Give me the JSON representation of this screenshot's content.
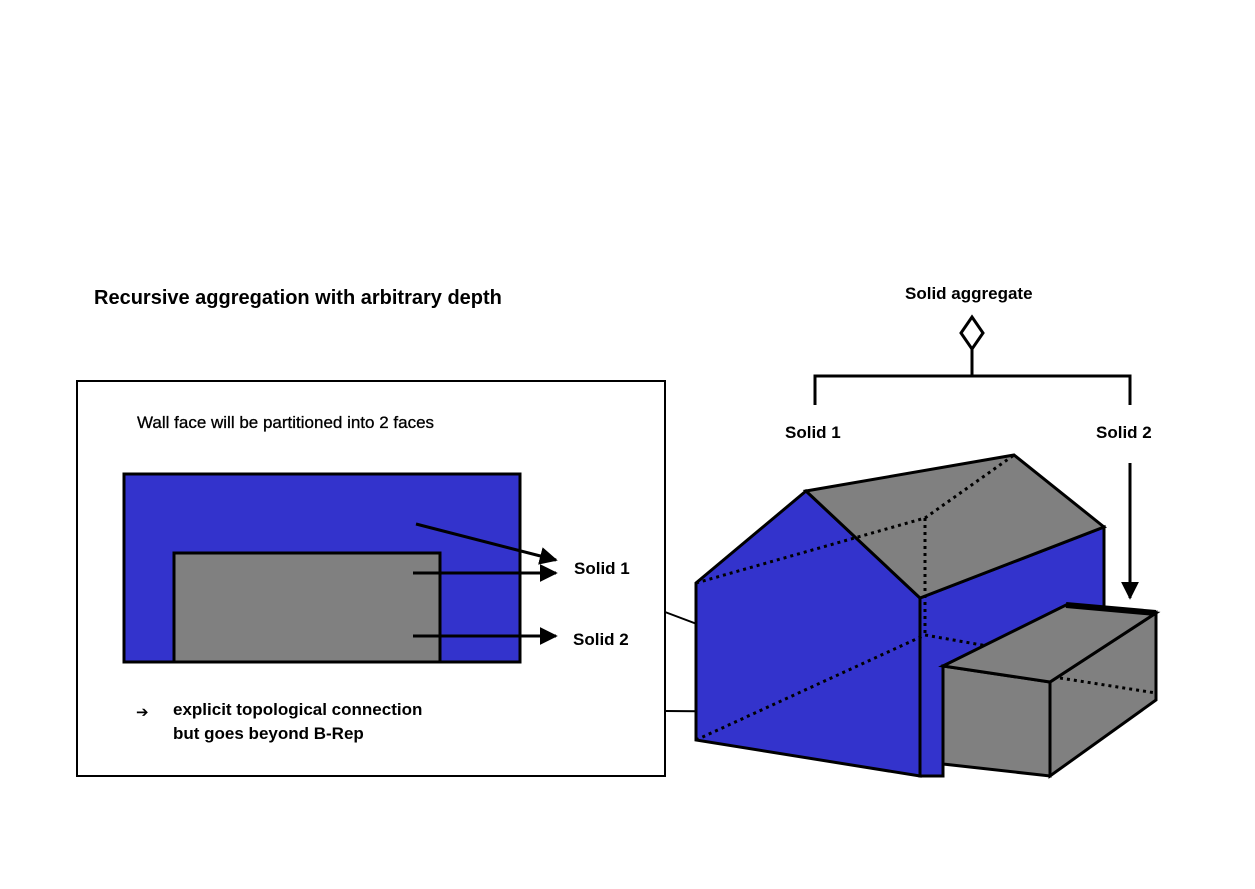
{
  "title": "Recursive aggregation with arbitrary depth",
  "aggregate": {
    "label": "Solid aggregate",
    "solid1_label": "Solid 1",
    "solid2_label": "Solid 2"
  },
  "inset": {
    "caption": "Wall face will be partitioned into 2 faces",
    "solid1_label": "Solid 1",
    "solid2_label": "Solid 2",
    "bullet_symbol": "➔",
    "note_line1": "explicit topological connection",
    "note_line2": "but goes beyond B-Rep"
  },
  "colors": {
    "blue_face": "#3333cc",
    "gray_face": "#808080",
    "stroke": "#000000"
  }
}
